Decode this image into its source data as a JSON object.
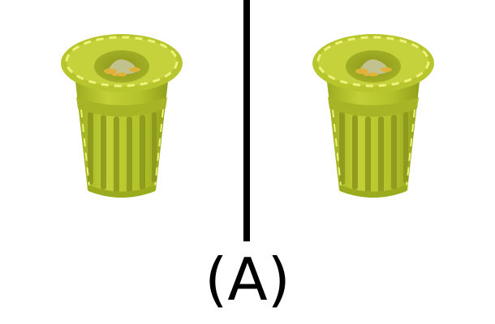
{
  "panel_label": "(A)",
  "colors": {
    "bin_main": "#b3c22a",
    "bin_dark": "#8a961c",
    "bin_light": "#d9e36a",
    "divider": "#000000",
    "background": "#ffffff",
    "trash": "#e0b23a"
  },
  "images": [
    {
      "name": "trash-bin-left",
      "icon": "green-trash-bin"
    },
    {
      "name": "trash-bin-right",
      "icon": "green-trash-bin"
    }
  ]
}
